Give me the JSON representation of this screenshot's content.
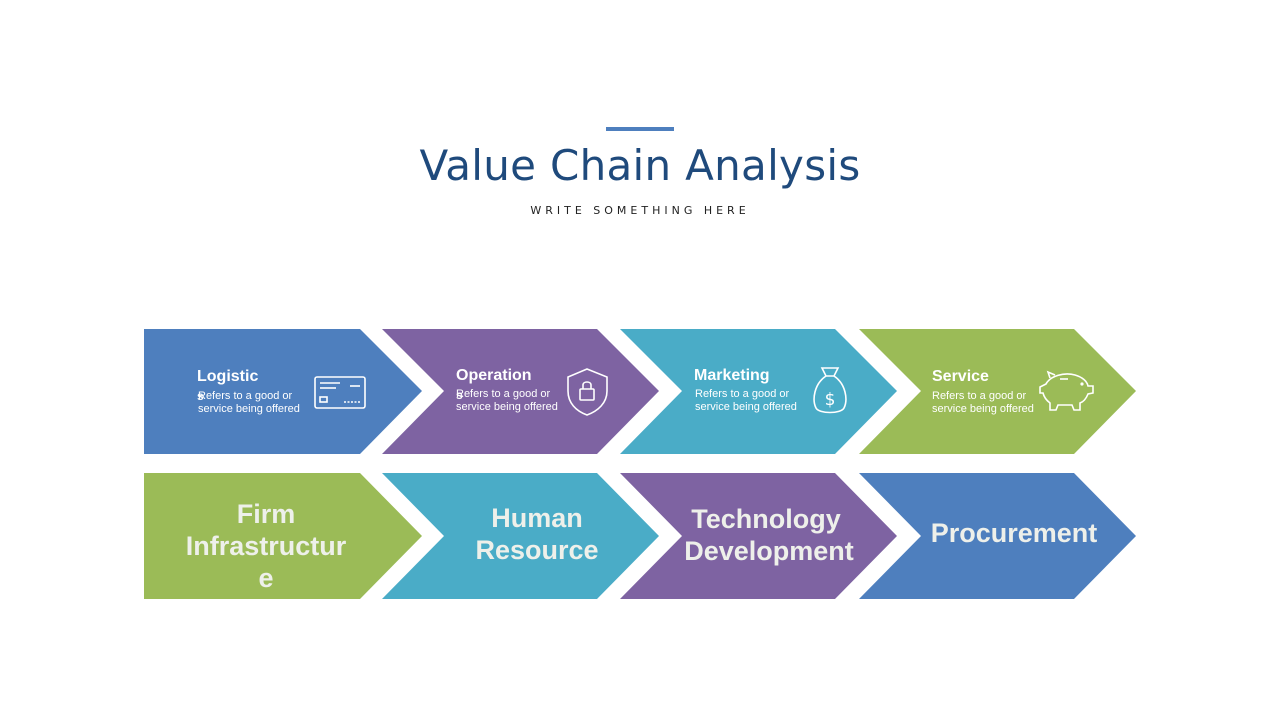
{
  "header": {
    "title": "Value Chain Analysis",
    "subtitle": "WRITE SOMETHING HERE"
  },
  "colors": {
    "blue": "#4e7fbe",
    "purple": "#7e63a2",
    "teal": "#4aacc7",
    "green": "#9bbb57",
    "title": "#1f4a7c",
    "rule": "#4e7fbe"
  },
  "primary": [
    {
      "title": "Logistic",
      "title_wrap": "s",
      "desc_1": "Refers to a good or",
      "desc_2": "service being offered",
      "icon": "credit-card-icon"
    },
    {
      "title": "Operation",
      "title_wrap": "s",
      "desc_1": "Refers to a good or",
      "desc_2": "service being offered",
      "icon": "shield-lock-icon"
    },
    {
      "title": "Marketing",
      "desc_1": "Refers to a good or",
      "desc_2": "service being offered",
      "icon": "money-bag-icon"
    },
    {
      "title": "Service",
      "desc_1": "Refers to a good or",
      "desc_2": "service being offered",
      "icon": "piggy-bank-icon"
    }
  ],
  "support": [
    {
      "line_1": "Firm",
      "line_2": "Infrastructur",
      "line_3": "e"
    },
    {
      "line_1": "Human",
      "line_2": "Resource"
    },
    {
      "line_1": "Technology",
      "line_2": "Development"
    },
    {
      "line_1": "Procurement"
    }
  ]
}
